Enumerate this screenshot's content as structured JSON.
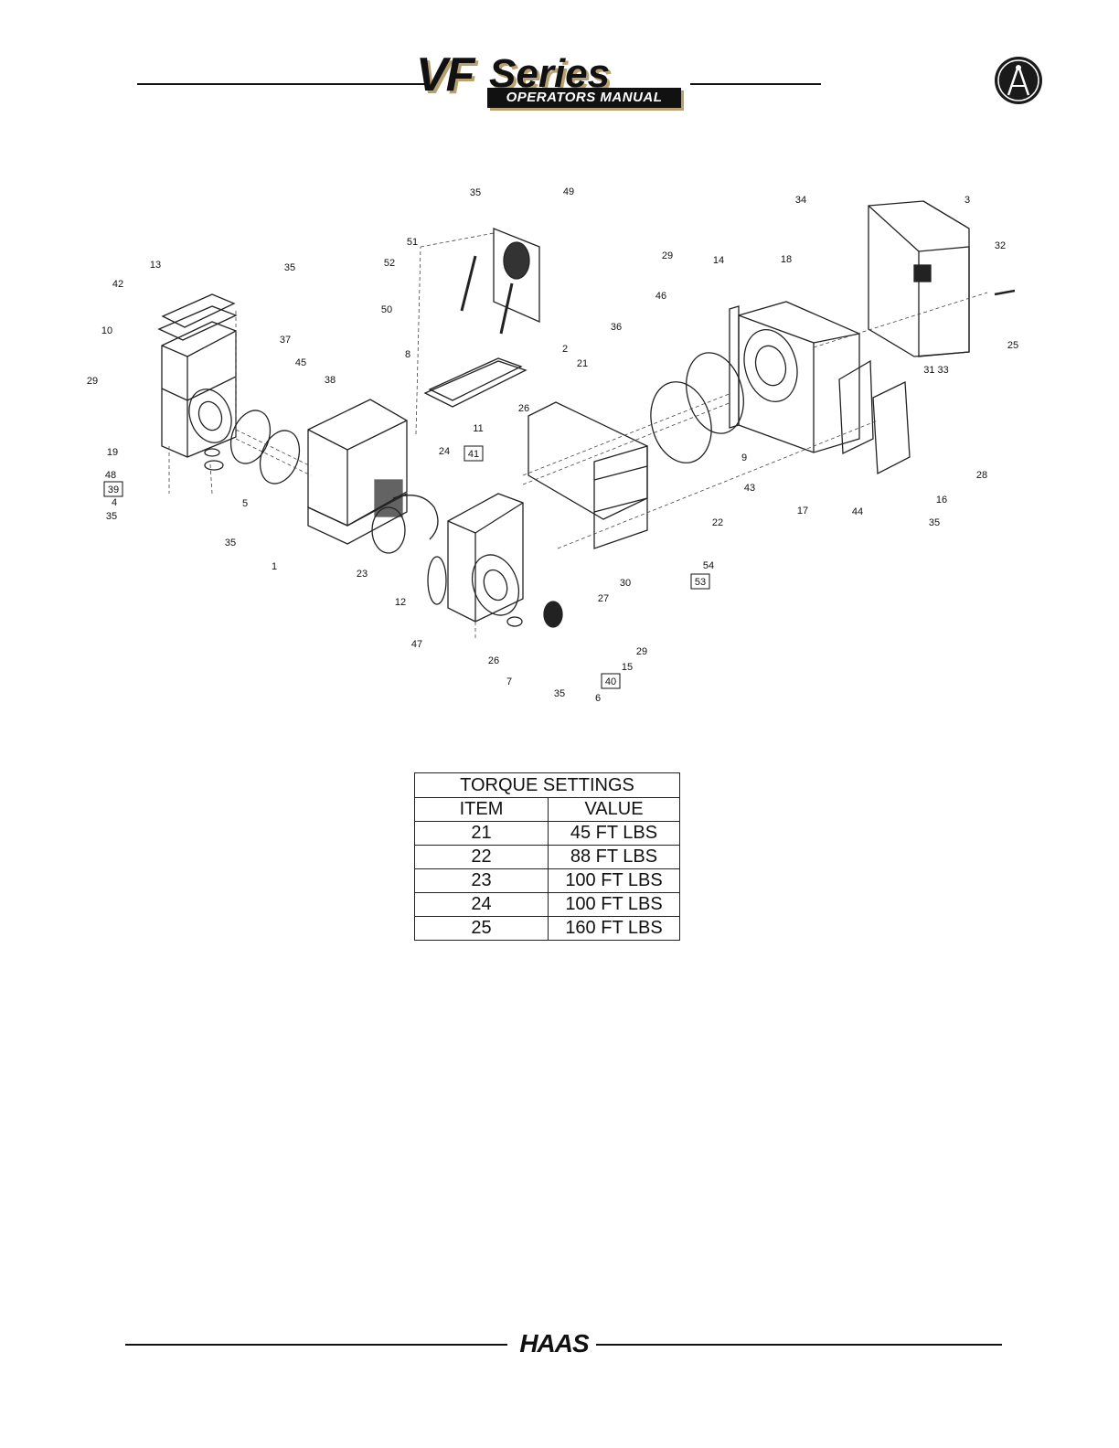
{
  "header": {
    "logo_main": "VF",
    "logo_series": "Series",
    "logo_subtitle": "OPERATORS MANUAL",
    "compass_icon": "drafting-compass-icon"
  },
  "diagram": {
    "callouts": [
      "35",
      "49",
      "51",
      "52",
      "50",
      "13",
      "35",
      "42",
      "10",
      "37",
      "45",
      "38",
      "8",
      "29",
      "19",
      "48",
      "39",
      "4",
      "35",
      "5",
      "35",
      "1",
      "23",
      "24",
      "41",
      "11",
      "26",
      "2",
      "21",
      "36",
      "46",
      "29",
      "14",
      "18",
      "34",
      "3",
      "32",
      "25",
      "31 33",
      "9",
      "43",
      "17",
      "44",
      "16",
      "28",
      "35",
      "22",
      "54",
      "53",
      "30",
      "27",
      "12",
      "47",
      "26",
      "7",
      "35",
      "6",
      "40",
      "15",
      "29"
    ],
    "boxed": [
      "39",
      "41",
      "53",
      "40"
    ]
  },
  "torque_table": {
    "title": "TORQUE SETTINGS",
    "headers": [
      "ITEM",
      "VALUE"
    ],
    "rows": [
      [
        "21",
        "45 FT LBS"
      ],
      [
        "22",
        "88 FT LBS"
      ],
      [
        "23",
        "100 FT LBS"
      ],
      [
        "24",
        "100 FT LBS"
      ],
      [
        "25",
        "160 FT LBS"
      ]
    ]
  },
  "footer": {
    "logo": "HAAS"
  }
}
